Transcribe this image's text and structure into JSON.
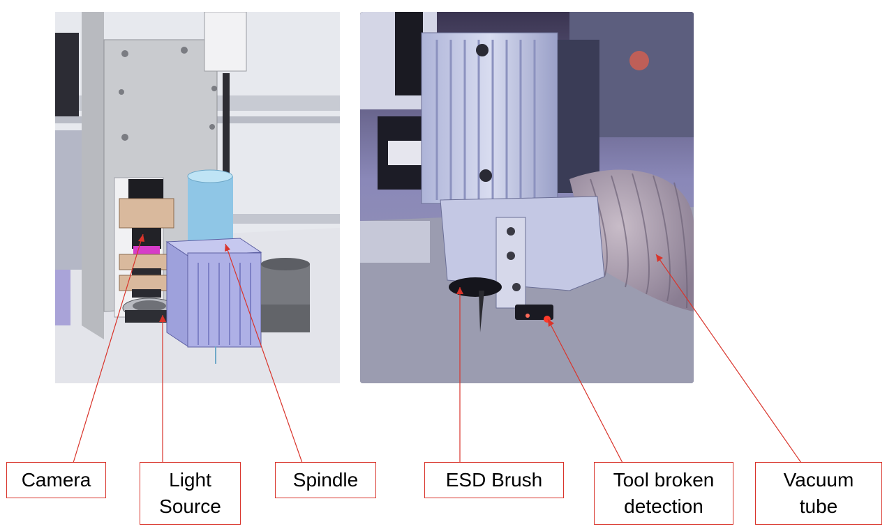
{
  "labels": {
    "camera": "Camera",
    "light_source": "Light\nSource",
    "spindle": "Spindle",
    "esd_brush": "ESD Brush",
    "tool_broken_detection": "Tool broken\ndetection",
    "vacuum_tube": "Vacuum\ntube"
  },
  "colors": {
    "leader_line": "#d9342b",
    "box_border": "#d9342b",
    "spindle_cylinder": "#8fc6e6",
    "spindle_body": "#aeb0e6",
    "camera_mount": "#d9b99d",
    "lens_ring": "#d63cc8"
  }
}
